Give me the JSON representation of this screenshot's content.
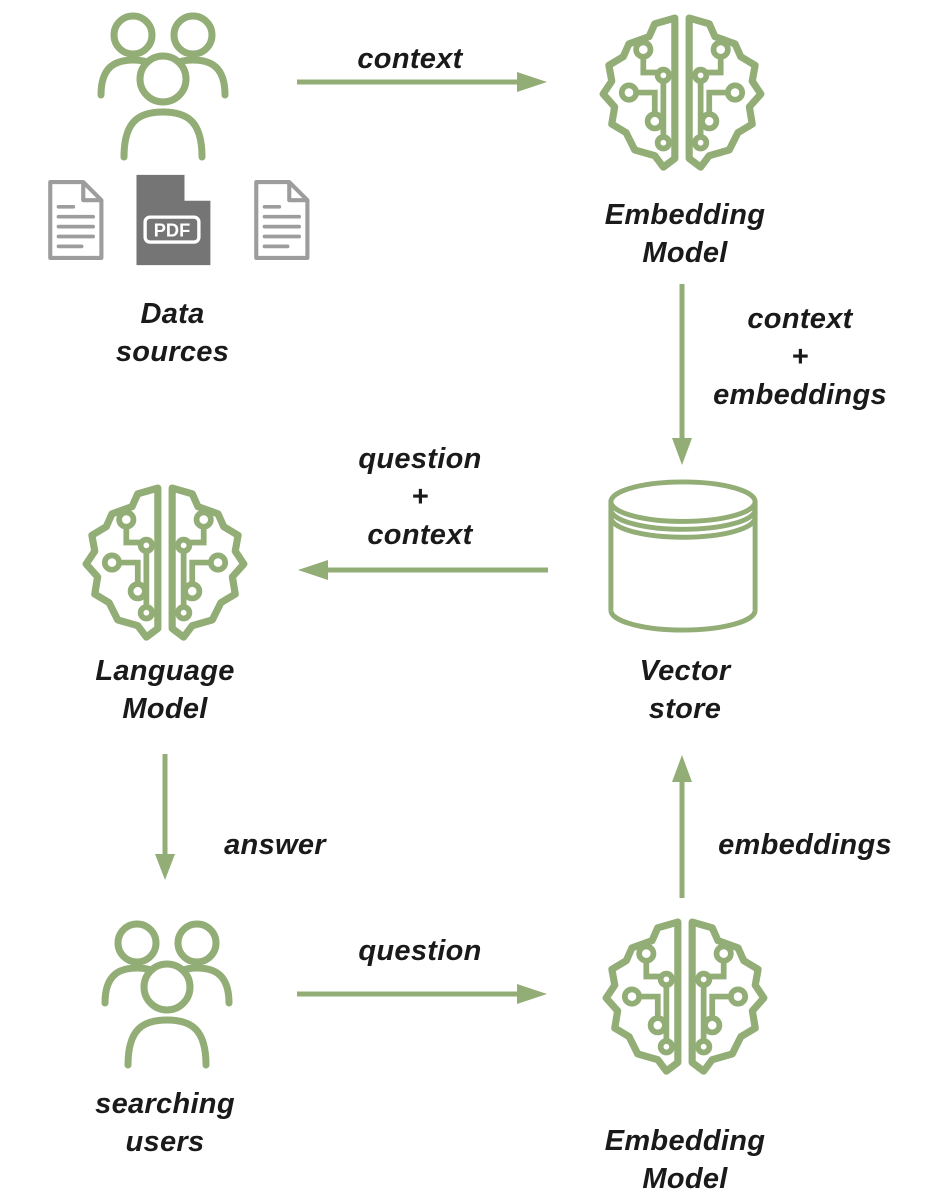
{
  "colors": {
    "green": "#92ad75",
    "doc_gray": "#9d9d9d",
    "pdf_gray": "#757575",
    "text": "#1a1a1a"
  },
  "nodes": {
    "data_sources": {
      "line1": "Data",
      "line2": "sources"
    },
    "embedding_model_top": {
      "line1": "Embedding",
      "line2": "Model"
    },
    "vector_store": {
      "line1": "Vector",
      "line2": "store"
    },
    "language_model": {
      "line1": "Language",
      "line2": "Model"
    },
    "searching_users": {
      "line1": "searching",
      "line2": "users"
    },
    "embedding_model_bottom": {
      "line1": "Embedding",
      "line2": "Model"
    }
  },
  "edges": {
    "context": {
      "label": "context"
    },
    "context_plus_embeddings": {
      "line1": "context",
      "line2": "+",
      "line3": "embeddings"
    },
    "question_plus_context": {
      "line1": "question",
      "line2": "+",
      "line3": "context"
    },
    "answer": {
      "label": "answer"
    },
    "question": {
      "label": "question"
    },
    "embeddings": {
      "label": "embeddings"
    }
  },
  "icons": {
    "pdf_label": "PDF"
  }
}
